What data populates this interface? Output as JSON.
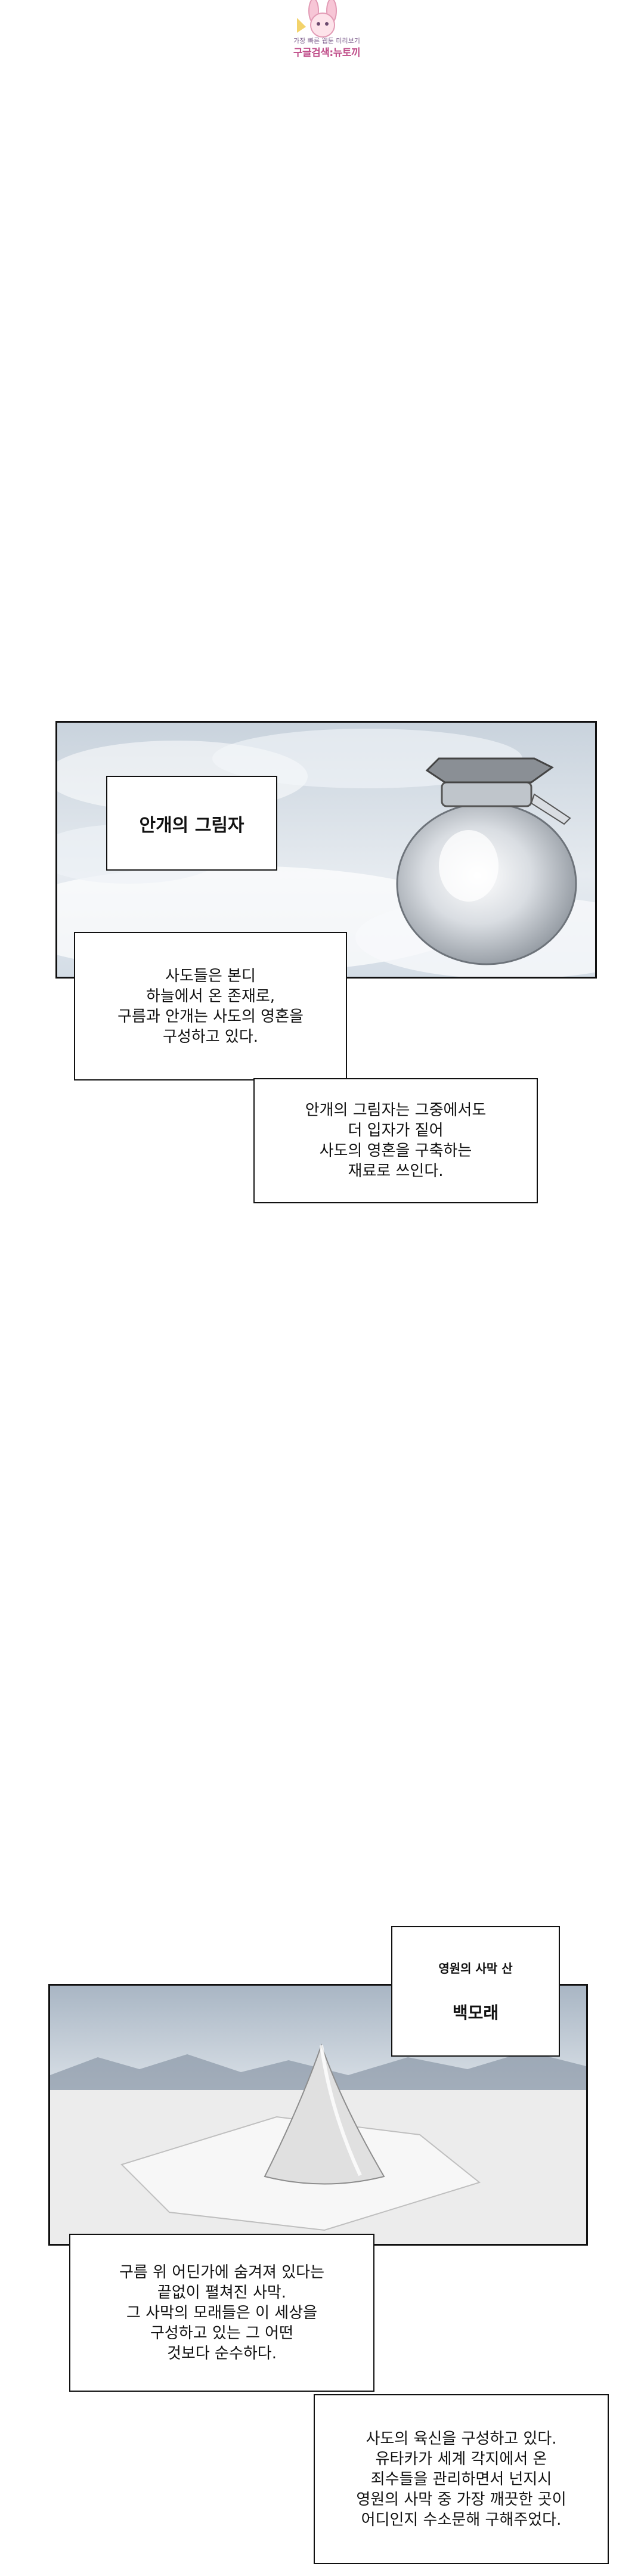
{
  "watermark": {
    "line1": "가장 빠른 웹툰 미리보기",
    "line2": "구글검색:뉴토끼"
  },
  "panel1": {
    "title": "안개의 그림자",
    "caption1": [
      "사도들은 본디",
      "하늘에서 온 존재로,",
      "구름과 안개는 사도의 영혼을",
      "구성하고 있다."
    ],
    "caption2": [
      "안개의 그림자는 그중에서도",
      "더 입자가 짙어",
      "사도의 영혼을 구축하는",
      "재료로 쓰인다."
    ]
  },
  "panel2": {
    "subtitle": "영원의 사막 산",
    "title": "백모래",
    "caption1": [
      "구름 위 어딘가에 숨겨져 있다는",
      "끝없이 펼쳐진 사막.",
      "그 사막의 모래들은 이 세상을",
      "구성하고 있는 그 어떤",
      "것보다 순수하다."
    ],
    "caption2": [
      "사도의 육신을 구성하고 있다.",
      "유타카가 세계 각지에서 온",
      "죄수들을 관리하면서 넌지시",
      "영원의 사막 중 가장 깨끗한 곳이",
      "어디인지 수소문해 구해주었다."
    ]
  }
}
